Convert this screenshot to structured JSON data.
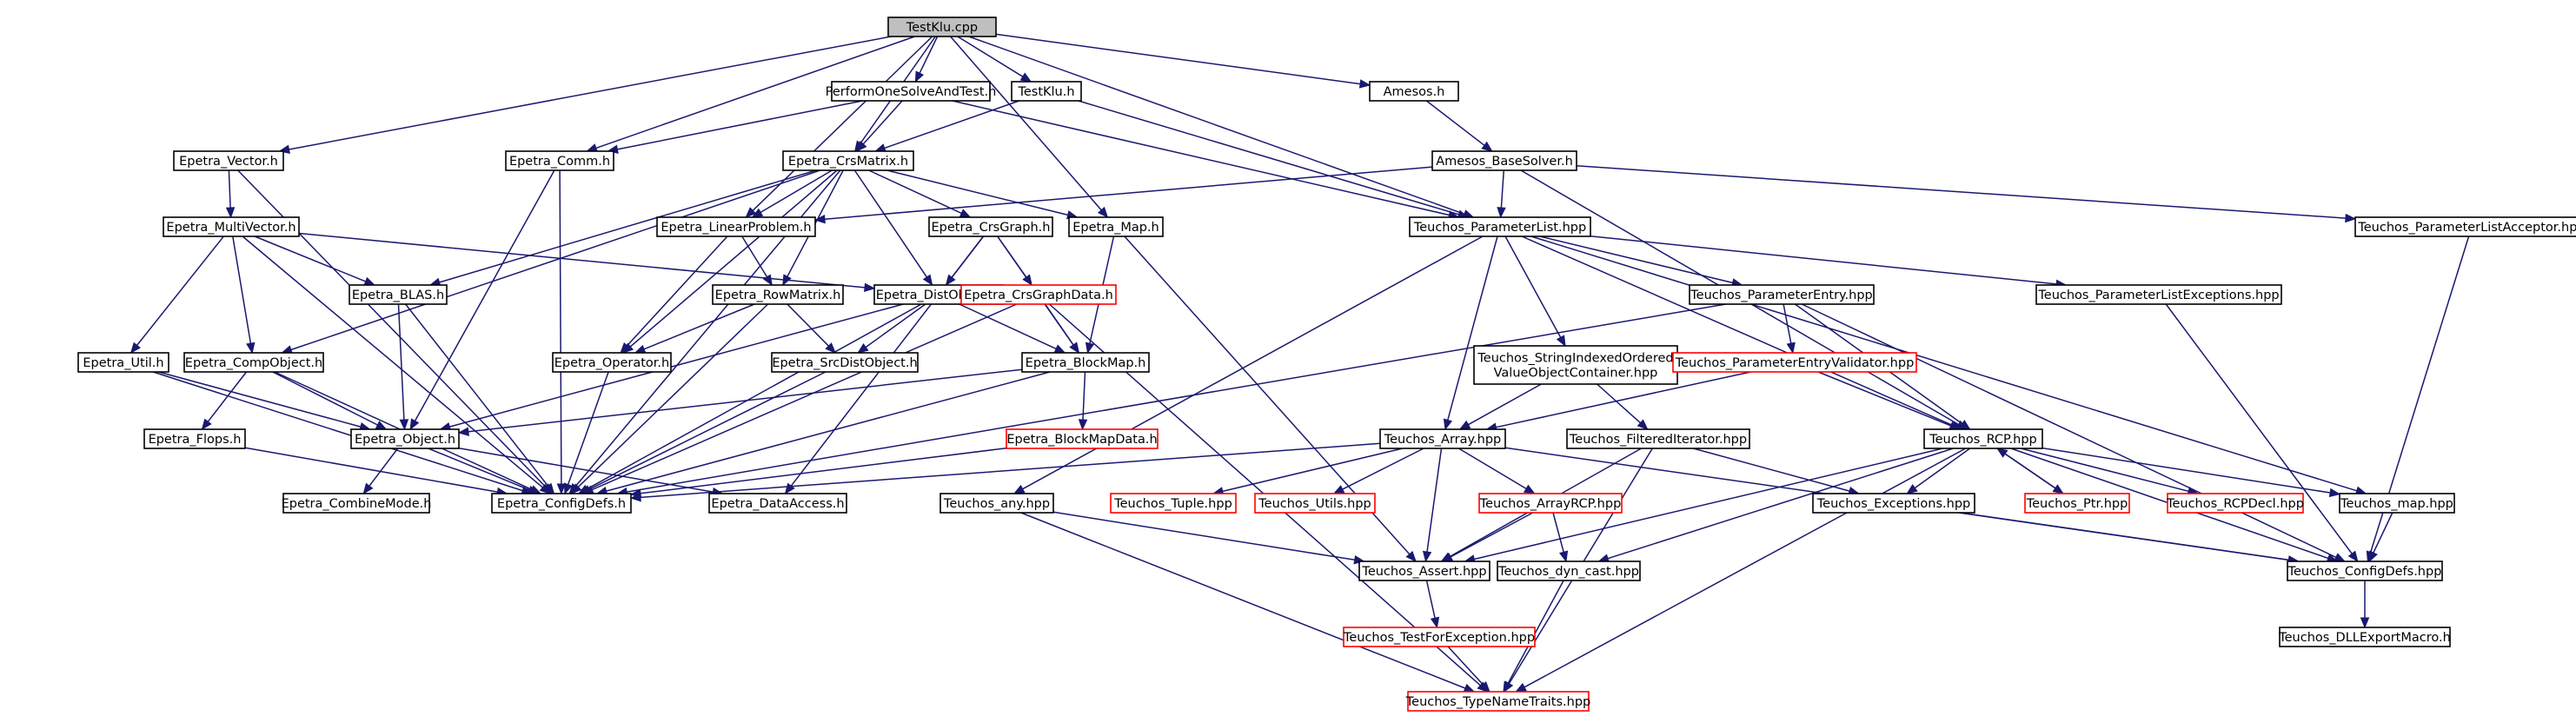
{
  "nodes": [
    {
      "id": "testklu_cpp",
      "label": "TestKlu.cpp",
      "kind": "root"
    },
    {
      "id": "perform",
      "label": "PerformOneSolveAndTest.h",
      "kind": "normal"
    },
    {
      "id": "testklu_h",
      "label": "TestKlu.h",
      "kind": "normal"
    },
    {
      "id": "amesos_h",
      "label": "Amesos.h",
      "kind": "normal"
    },
    {
      "id": "epetra_vector",
      "label": "Epetra_Vector.h",
      "kind": "normal"
    },
    {
      "id": "epetra_comm",
      "label": "Epetra_Comm.h",
      "kind": "normal"
    },
    {
      "id": "epetra_crsmatrix",
      "label": "Epetra_CrsMatrix.h",
      "kind": "normal"
    },
    {
      "id": "amesos_basesolver",
      "label": "Amesos_BaseSolver.h",
      "kind": "normal"
    },
    {
      "id": "epetra_multivector",
      "label": "Epetra_MultiVector.h",
      "kind": "normal"
    },
    {
      "id": "epetra_linearproblem",
      "label": "Epetra_LinearProblem.h",
      "kind": "normal"
    },
    {
      "id": "epetra_crsgraph",
      "label": "Epetra_CrsGraph.h",
      "kind": "normal"
    },
    {
      "id": "epetra_map",
      "label": "Epetra_Map.h",
      "kind": "normal"
    },
    {
      "id": "teuchos_parameterlist",
      "label": "Teuchos_ParameterList.hpp",
      "kind": "normal"
    },
    {
      "id": "teuchos_plistacceptor",
      "label": "Teuchos_ParameterListAcceptor.hpp",
      "kind": "normal"
    },
    {
      "id": "epetra_blas",
      "label": "Epetra_BLAS.h",
      "kind": "normal"
    },
    {
      "id": "epetra_rowmatrix",
      "label": "Epetra_RowMatrix.h",
      "kind": "normal"
    },
    {
      "id": "epetra_distobject",
      "label": "Epetra_DistObject.h",
      "kind": "normal"
    },
    {
      "id": "epetra_crsgraphdata",
      "label": "Epetra_CrsGraphData.h",
      "kind": "missing"
    },
    {
      "id": "teuchos_parameterentry",
      "label": "Teuchos_ParameterEntry.hpp",
      "kind": "normal"
    },
    {
      "id": "teuchos_plistexceptions",
      "label": "Teuchos_ParameterListExceptions.hpp",
      "kind": "normal"
    },
    {
      "id": "epetra_util",
      "label": "Epetra_Util.h",
      "kind": "normal"
    },
    {
      "id": "epetra_compobject",
      "label": "Epetra_CompObject.h",
      "kind": "normal"
    },
    {
      "id": "epetra_operator",
      "label": "Epetra_Operator.h",
      "kind": "normal"
    },
    {
      "id": "epetra_srcdistobject",
      "label": "Epetra_SrcDistObject.h",
      "kind": "normal"
    },
    {
      "id": "epetra_blockmap",
      "label": "Epetra_BlockMap.h",
      "kind": "normal"
    },
    {
      "id": "teuchos_sivoc",
      "label": "Teuchos_StringIndexedOrdered\nValueObjectContainer.hpp",
      "kind": "normal"
    },
    {
      "id": "teuchos_pevalidator",
      "label": "Teuchos_ParameterEntryValidator.hpp",
      "kind": "missing"
    },
    {
      "id": "epetra_flops",
      "label": "Epetra_Flops.h",
      "kind": "normal"
    },
    {
      "id": "epetra_object",
      "label": "Epetra_Object.h",
      "kind": "normal"
    },
    {
      "id": "epetra_blockmapdata",
      "label": "Epetra_BlockMapData.h",
      "kind": "missing"
    },
    {
      "id": "teuchos_array",
      "label": "Teuchos_Array.hpp",
      "kind": "normal"
    },
    {
      "id": "teuchos_filterediterator",
      "label": "Teuchos_FilteredIterator.hpp",
      "kind": "normal"
    },
    {
      "id": "teuchos_rcp",
      "label": "Teuchos_RCP.hpp",
      "kind": "normal"
    },
    {
      "id": "epetra_combinemode",
      "label": "Epetra_CombineMode.h",
      "kind": "normal"
    },
    {
      "id": "epetra_configdefs",
      "label": "Epetra_ConfigDefs.h",
      "kind": "normal"
    },
    {
      "id": "epetra_dataaccess",
      "label": "Epetra_DataAccess.h",
      "kind": "normal"
    },
    {
      "id": "teuchos_any",
      "label": "Teuchos_any.hpp",
      "kind": "normal"
    },
    {
      "id": "teuchos_tuple",
      "label": "Teuchos_Tuple.hpp",
      "kind": "missing"
    },
    {
      "id": "teuchos_utils",
      "label": "Teuchos_Utils.hpp",
      "kind": "missing"
    },
    {
      "id": "teuchos_arrayrcp",
      "label": "Teuchos_ArrayRCP.hpp",
      "kind": "missing"
    },
    {
      "id": "teuchos_exceptions",
      "label": "Teuchos_Exceptions.hpp",
      "kind": "normal"
    },
    {
      "id": "teuchos_ptr",
      "label": "Teuchos_Ptr.hpp",
      "kind": "missing"
    },
    {
      "id": "teuchos_rcpdecl",
      "label": "Teuchos_RCPDecl.hpp",
      "kind": "missing"
    },
    {
      "id": "teuchos_map",
      "label": "Teuchos_map.hpp",
      "kind": "normal"
    },
    {
      "id": "teuchos_assert",
      "label": "Teuchos_Assert.hpp",
      "kind": "normal"
    },
    {
      "id": "teuchos_dyncast",
      "label": "Teuchos_dyn_cast.hpp",
      "kind": "normal"
    },
    {
      "id": "teuchos_configdefs",
      "label": "Teuchos_ConfigDefs.hpp",
      "kind": "normal"
    },
    {
      "id": "teuchos_testforexception",
      "label": "Teuchos_TestForException.hpp",
      "kind": "missing"
    },
    {
      "id": "teuchos_dllexport",
      "label": "Teuchos_DLLExportMacro.h",
      "kind": "normal"
    },
    {
      "id": "teuchos_typenametraits",
      "label": "Teuchos_TypeNameTraits.hpp",
      "kind": "missing"
    }
  ],
  "edges": [
    [
      "testklu_cpp",
      "epetra_vector"
    ],
    [
      "testklu_cpp",
      "perform"
    ],
    [
      "testklu_cpp",
      "testklu_h"
    ],
    [
      "testklu_cpp",
      "amesos_h"
    ],
    [
      "testklu_cpp",
      "epetra_comm"
    ],
    [
      "testklu_cpp",
      "epetra_crsmatrix"
    ],
    [
      "testklu_cpp",
      "epetra_linearproblem"
    ],
    [
      "testklu_cpp",
      "epetra_map"
    ],
    [
      "testklu_cpp",
      "teuchos_parameterlist"
    ],
    [
      "perform",
      "epetra_comm"
    ],
    [
      "perform",
      "epetra_crsmatrix"
    ],
    [
      "perform",
      "teuchos_parameterlist"
    ],
    [
      "testklu_h",
      "epetra_crsmatrix"
    ],
    [
      "testklu_h",
      "teuchos_parameterlist"
    ],
    [
      "amesos_h",
      "amesos_basesolver"
    ],
    [
      "amesos_basesolver",
      "epetra_linearproblem"
    ],
    [
      "amesos_basesolver",
      "teuchos_parameterlist"
    ],
    [
      "amesos_basesolver",
      "teuchos_plistacceptor"
    ],
    [
      "amesos_basesolver",
      "teuchos_rcp"
    ],
    [
      "epetra_vector",
      "epetra_multivector"
    ],
    [
      "epetra_vector",
      "epetra_configdefs"
    ],
    [
      "epetra_comm",
      "epetra_object"
    ],
    [
      "epetra_comm",
      "epetra_configdefs"
    ],
    [
      "epetra_crsmatrix",
      "epetra_linearproblem"
    ],
    [
      "epetra_crsmatrix",
      "epetra_crsgraph"
    ],
    [
      "epetra_crsmatrix",
      "epetra_map"
    ],
    [
      "epetra_crsmatrix",
      "epetra_blas"
    ],
    [
      "epetra_crsmatrix",
      "epetra_rowmatrix"
    ],
    [
      "epetra_crsmatrix",
      "epetra_distobject"
    ],
    [
      "epetra_crsmatrix",
      "epetra_compobject"
    ],
    [
      "epetra_crsmatrix",
      "epetra_operator"
    ],
    [
      "epetra_crsmatrix",
      "epetra_configdefs"
    ],
    [
      "epetra_multivector",
      "epetra_blas"
    ],
    [
      "epetra_multivector",
      "epetra_distobject"
    ],
    [
      "epetra_multivector",
      "epetra_util"
    ],
    [
      "epetra_multivector",
      "epetra_compobject"
    ],
    [
      "epetra_multivector",
      "epetra_configdefs"
    ],
    [
      "epetra_linearproblem",
      "epetra_rowmatrix"
    ],
    [
      "epetra_linearproblem",
      "epetra_operator"
    ],
    [
      "epetra_crsgraph",
      "epetra_distobject"
    ],
    [
      "epetra_crsgraph",
      "epetra_crsgraphdata"
    ],
    [
      "epetra_crsgraph",
      "epetra_blockmap"
    ],
    [
      "epetra_crsgraph",
      "epetra_dataaccess"
    ],
    [
      "epetra_map",
      "epetra_blockmap"
    ],
    [
      "epetra_map",
      "teuchos_assert"
    ],
    [
      "epetra_blas",
      "epetra_object"
    ],
    [
      "epetra_blas",
      "epetra_configdefs"
    ],
    [
      "epetra_rowmatrix",
      "epetra_operator"
    ],
    [
      "epetra_rowmatrix",
      "epetra_srcdistobject"
    ],
    [
      "epetra_rowmatrix",
      "epetra_configdefs"
    ],
    [
      "epetra_distobject",
      "epetra_srcdistobject"
    ],
    [
      "epetra_distobject",
      "epetra_blockmap"
    ],
    [
      "epetra_distobject",
      "epetra_object"
    ],
    [
      "epetra_distobject",
      "epetra_configdefs"
    ],
    [
      "epetra_crsgraphdata",
      "epetra_blockmap"
    ],
    [
      "epetra_crsgraphdata",
      "epetra_configdefs"
    ],
    [
      "epetra_crsgraphdata",
      "teuchos_typenametraits"
    ],
    [
      "epetra_util",
      "epetra_object"
    ],
    [
      "epetra_util",
      "epetra_configdefs"
    ],
    [
      "epetra_compobject",
      "epetra_flops"
    ],
    [
      "epetra_compobject",
      "epetra_object"
    ],
    [
      "epetra_compobject",
      "epetra_configdefs"
    ],
    [
      "epetra_flops",
      "epetra_configdefs"
    ],
    [
      "epetra_operator",
      "epetra_configdefs"
    ],
    [
      "epetra_srcdistobject",
      "epetra_configdefs"
    ],
    [
      "epetra_blockmap",
      "epetra_object"
    ],
    [
      "epetra_blockmap",
      "epetra_blockmapdata"
    ],
    [
      "epetra_blockmap",
      "epetra_configdefs"
    ],
    [
      "epetra_blockmapdata",
      "epetra_configdefs"
    ],
    [
      "epetra_object",
      "epetra_combinemode"
    ],
    [
      "epetra_object",
      "epetra_configdefs"
    ],
    [
      "epetra_object",
      "epetra_dataaccess"
    ],
    [
      "teuchos_parameterlist",
      "teuchos_parameterentry"
    ],
    [
      "teuchos_parameterlist",
      "teuchos_plistexceptions"
    ],
    [
      "teuchos_parameterlist",
      "teuchos_sivoc"
    ],
    [
      "teuchos_parameterlist",
      "teuchos_array"
    ],
    [
      "teuchos_parameterlist",
      "teuchos_rcp"
    ],
    [
      "teuchos_parameterlist",
      "teuchos_map"
    ],
    [
      "teuchos_parameterlist",
      "teuchos_any"
    ],
    [
      "teuchos_plistacceptor",
      "teuchos_configdefs"
    ],
    [
      "teuchos_plistexceptions",
      "teuchos_configdefs"
    ],
    [
      "teuchos_parameterentry",
      "teuchos_pevalidator"
    ],
    [
      "teuchos_parameterentry",
      "teuchos_rcp"
    ],
    [
      "teuchos_parameterentry",
      "teuchos_configdefs"
    ],
    [
      "teuchos_parameterentry",
      "epetra_configdefs"
    ],
    [
      "teuchos_sivoc",
      "teuchos_array"
    ],
    [
      "teuchos_sivoc",
      "teuchos_filterediterator"
    ],
    [
      "teuchos_pevalidator",
      "teuchos_array"
    ],
    [
      "teuchos_pevalidator",
      "teuchos_rcp"
    ],
    [
      "teuchos_array",
      "teuchos_tuple"
    ],
    [
      "teuchos_array",
      "teuchos_utils"
    ],
    [
      "teuchos_array",
      "teuchos_arrayrcp"
    ],
    [
      "teuchos_array",
      "teuchos_assert"
    ],
    [
      "teuchos_array",
      "teuchos_configdefs"
    ],
    [
      "teuchos_array",
      "epetra_configdefs"
    ],
    [
      "teuchos_filterediterator",
      "teuchos_assert"
    ],
    [
      "teuchos_filterediterator",
      "teuchos_exceptions"
    ],
    [
      "teuchos_filterediterator",
      "teuchos_typenametraits"
    ],
    [
      "teuchos_rcp",
      "teuchos_exceptions"
    ],
    [
      "teuchos_rcp",
      "teuchos_ptr"
    ],
    [
      "teuchos_rcp",
      "teuchos_rcpdecl"
    ],
    [
      "teuchos_rcp",
      "teuchos_map"
    ],
    [
      "teuchos_rcp",
      "teuchos_assert"
    ],
    [
      "teuchos_rcp",
      "teuchos_dyncast"
    ],
    [
      "teuchos_rcp",
      "teuchos_configdefs"
    ],
    [
      "teuchos_rcp",
      "teuchos_typenametraits"
    ],
    [
      "teuchos_ptr",
      "teuchos_rcp"
    ],
    [
      "teuchos_arrayrcp",
      "teuchos_assert"
    ],
    [
      "teuchos_arrayrcp",
      "teuchos_dyncast"
    ],
    [
      "teuchos_exceptions",
      "teuchos_configdefs"
    ],
    [
      "teuchos_map",
      "teuchos_configdefs"
    ],
    [
      "teuchos_any",
      "teuchos_assert"
    ],
    [
      "teuchos_any",
      "teuchos_typenametraits"
    ],
    [
      "teuchos_assert",
      "teuchos_testforexception"
    ],
    [
      "teuchos_testforexception",
      "teuchos_typenametraits"
    ],
    [
      "teuchos_dyncast",
      "teuchos_typenametraits"
    ],
    [
      "teuchos_configdefs",
      "teuchos_dllexport"
    ]
  ]
}
